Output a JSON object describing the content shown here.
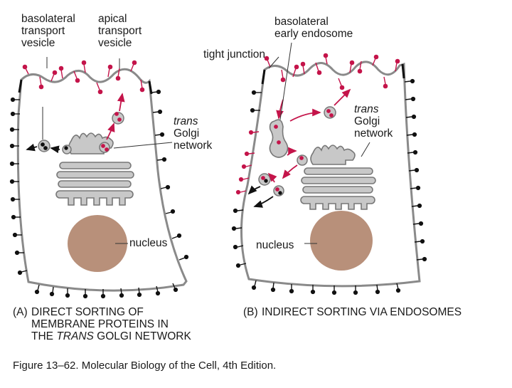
{
  "panel_a": {
    "labels": {
      "basolateral_vesicle": "basolateral\ntransport\nvesicle",
      "apical_vesicle": "apical\ntransport\nvesicle",
      "trans_italic": "trans",
      "golgi_network": "Golgi\nnetwork",
      "nucleus": "nucleus"
    },
    "caption_letter": "(A)",
    "caption_line1": "DIRECT SORTING OF",
    "caption_line2": "MEMBRANE PROTEINS IN",
    "caption_line3_pre": "THE ",
    "caption_line3_italic": "TRANS",
    "caption_line3_post": " GOLGI NETWORK"
  },
  "panel_b": {
    "labels": {
      "early_endosome": "basolateral\nearly endosome",
      "tight_junction": "tight junction",
      "trans_italic": "trans",
      "golgi_network": "Golgi\nnetwork",
      "nucleus": "nucleus"
    },
    "caption_letter": "(B)",
    "caption_text": "INDIRECT SORTING VIA ENDOSOMES"
  },
  "figure_caption": "Figure 13–62. Molecular Biology of the Cell, 4th Edition.",
  "colors": {
    "membrane": "#8a8a8a",
    "golgi_fill": "#c8c8c8",
    "nucleus": "#b8907a",
    "apical_protein": "#c4144a",
    "basolateral_protein": "#111111",
    "arrow": "#c4144a"
  }
}
